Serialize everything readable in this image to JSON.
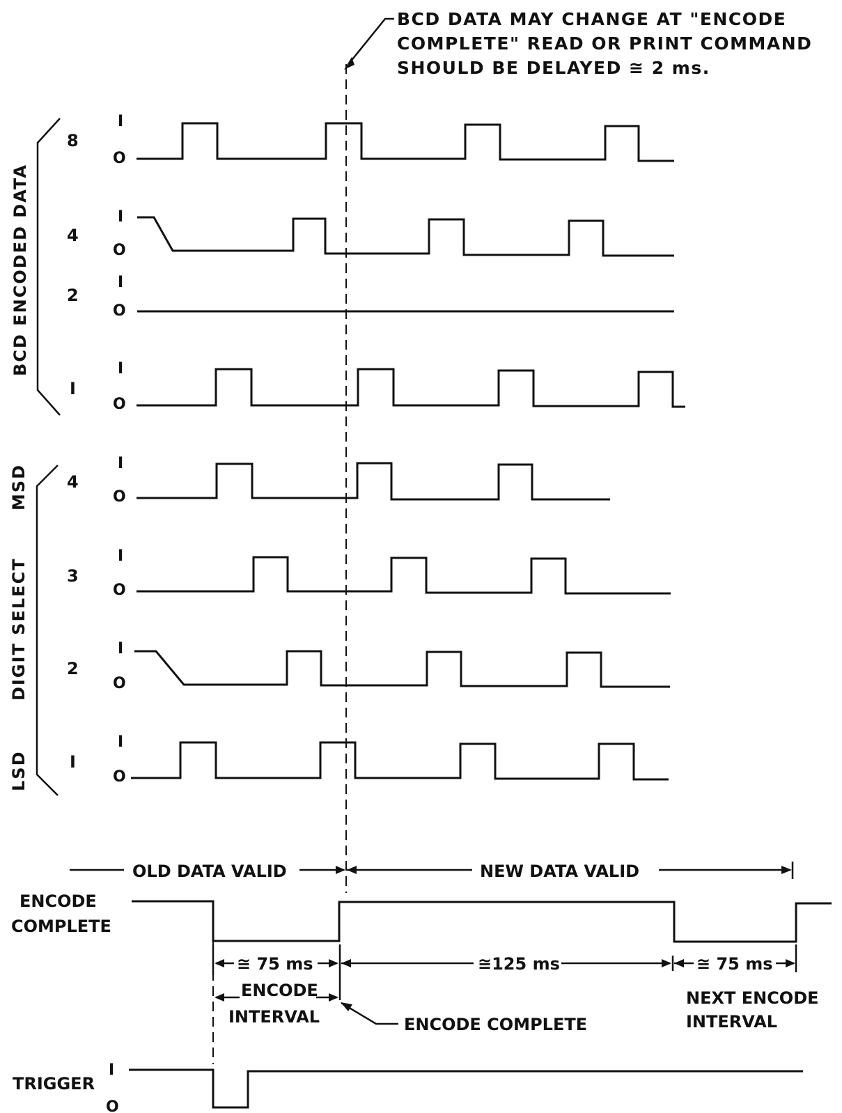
{
  "annotation": {
    "line1": "BCD DATA MAY CHANGE AT \"ENCODE",
    "line2": "COMPLETE\" READ OR PRINT COMMAND",
    "line3": "SHOULD BE DELAYED ≅ 2 ms."
  },
  "groups": {
    "bcd": "BCD ENCODED DATA",
    "digit": "DIGIT SELECT",
    "msd": "MSD",
    "lsd": "LSD"
  },
  "levels": {
    "high": "I",
    "low": "O"
  },
  "signals": [
    {
      "id": "bcd8",
      "label": "8"
    },
    {
      "id": "bcd4",
      "label": "4"
    },
    {
      "id": "bcd2",
      "label": "2"
    },
    {
      "id": "bcd1",
      "label": "I"
    },
    {
      "id": "ds4",
      "label": "4"
    },
    {
      "id": "ds3",
      "label": "3"
    },
    {
      "id": "ds2",
      "label": "2"
    },
    {
      "id": "ds1",
      "label": "I"
    }
  ],
  "validity": {
    "old": "OLD DATA VALID",
    "new": "NEW DATA VALID"
  },
  "encode_complete": {
    "line1": "ENCODE",
    "line2": "COMPLETE"
  },
  "timing": {
    "t1": "≅ 75 ms",
    "t2": "≅125 ms",
    "t3": "≅ 75 ms"
  },
  "labels": {
    "encode_interval_1": "ENCODE",
    "encode_interval_2": "INTERVAL",
    "encode_complete_pointer": "ENCODE COMPLETE",
    "next_interval_1": "NEXT ENCODE",
    "next_interval_2": "INTERVAL"
  },
  "trigger": {
    "label": "TRIGGER",
    "high": "I",
    "low": "O"
  }
}
